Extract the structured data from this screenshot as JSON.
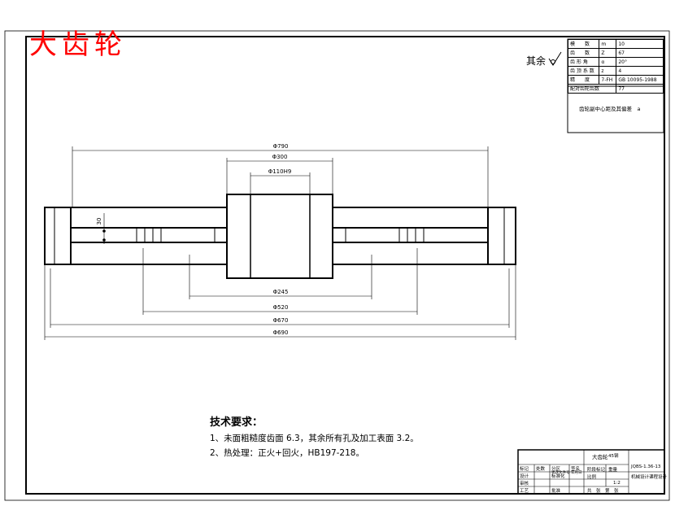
{
  "stamp": "大齿轮",
  "roughness_note": "其余",
  "dimensions": {
    "d_outer": "Φ790",
    "d_hub_outer": "Φ300",
    "d_bore": "Φ110H9",
    "d_hub_inner": "Φ245",
    "d_web_holes": "Φ520",
    "d_rim_inner": "Φ670",
    "d_rim_outer": "Φ690",
    "web_thickness": "30"
  },
  "param_table": [
    {
      "name": "模　　数",
      "sym": "m",
      "val": "10"
    },
    {
      "name": "齿　　数",
      "sym": "Z",
      "val": "67"
    },
    {
      "name": "齿 形 角",
      "sym": "α",
      "val": "20°"
    },
    {
      "name": "齿 顶 系 数",
      "sym": "z",
      "val": "4"
    },
    {
      "name": "精　　度",
      "sym": "7-FH",
      "val": "GB 10095-1988"
    },
    {
      "name": "配对齿轮齿数",
      "sym": "",
      "val": "77"
    }
  ],
  "param_note": "齿轮副中心距及其偏差　a",
  "tech": {
    "title": "技术要求：",
    "line1": "1、未面粗糙度齿面 6.3，其余所有孔及加工表面 3.2。",
    "line2": "2、热处理：正火+回火，HB197-218。"
  },
  "title_block": {
    "part_name": "大齿轮",
    "material": "45钢",
    "drawing_no": "JQBS-1.36-13",
    "school": "机械设计课程设计",
    "scale": "1:2",
    "row1": [
      "标记",
      "处数",
      "分区",
      "更改文件号",
      "签名",
      "年月日"
    ],
    "row2": [
      "设计",
      "标准化"
    ],
    "row3": [
      "审核"
    ],
    "row4": [
      "工艺",
      "批准"
    ],
    "stage": "阶段标记",
    "weight": "重量",
    "ratio": "比例",
    "sheet": "共　张　第　张"
  }
}
